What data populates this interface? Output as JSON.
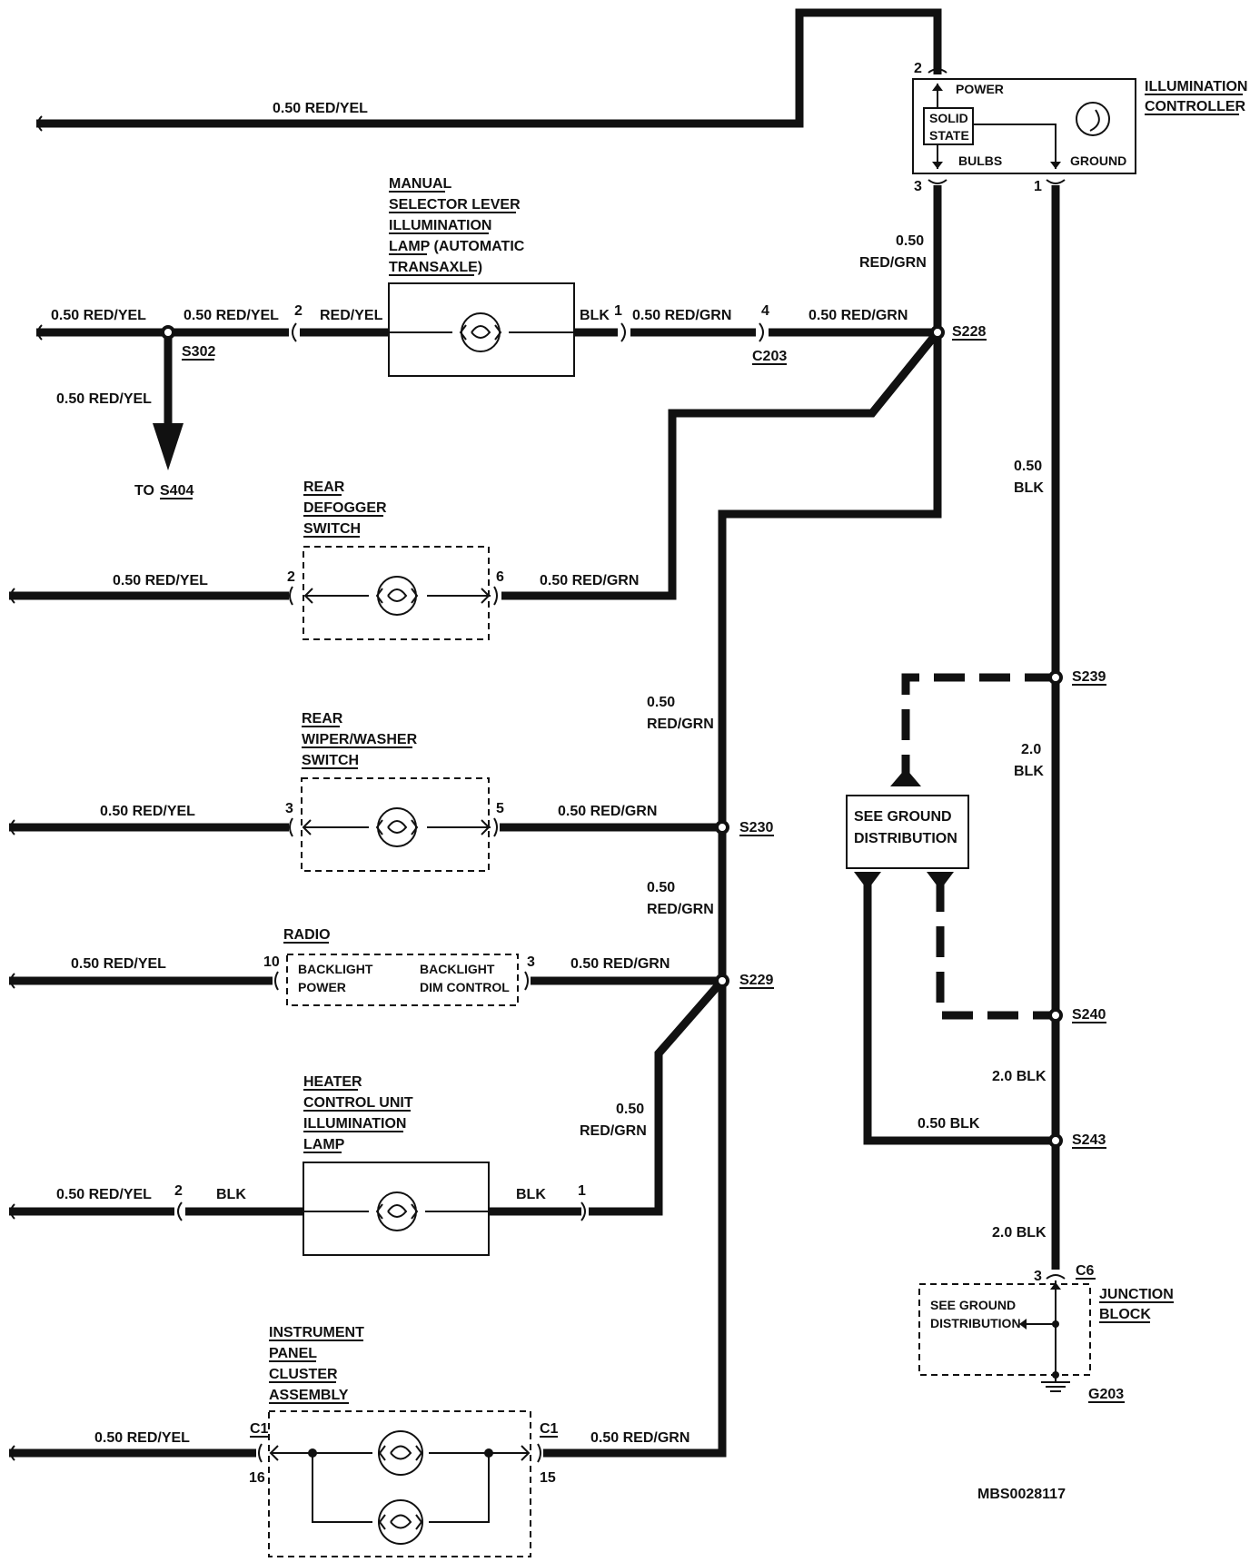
{
  "components": {
    "illumination_controller": {
      "name_line1": "ILLUMINATION",
      "name_line2": "CONTROLLER",
      "power": "POWER",
      "solid_state_line1": "SOLID",
      "solid_state_line2": "STATE",
      "bulbs": "BULBS",
      "ground": "GROUND",
      "pin_power": "2",
      "pin_bulbs": "3",
      "pin_ground": "1"
    },
    "selector_lamp": {
      "name_lines": [
        "MANUAL",
        "SELECTOR LEVER",
        "ILLUMINATION",
        "LAMP (AUTOMATIC",
        "TRANSAXLE)"
      ],
      "pin_left": "2",
      "pin_right": "1",
      "wire_left": "RED/YEL",
      "wire_right": "BLK"
    },
    "rear_defogger": {
      "name_lines": [
        "REAR",
        "DEFOGGER",
        "SWITCH"
      ],
      "pin_left": "2",
      "pin_right": "6"
    },
    "rear_wiper": {
      "name_lines": [
        "REAR",
        "WIPER/WASHER",
        "SWITCH"
      ],
      "pin_left": "3",
      "pin_right": "5"
    },
    "radio": {
      "name": "RADIO",
      "backlight_power_1": "BACKLIGHT",
      "backlight_power_2": "POWER",
      "backlight_dim_1": "BACKLIGHT",
      "backlight_dim_2": "DIM CONTROL",
      "pin_left": "10",
      "pin_right": "3"
    },
    "heater_lamp": {
      "name_lines": [
        "HEATER",
        "CONTROL UNIT",
        "ILLUMINATION",
        "LAMP"
      ],
      "pin_left": "2",
      "pin_right": "1",
      "wire_left": "BLK",
      "wire_right": "BLK"
    },
    "cluster": {
      "name_lines": [
        "INSTRUMENT",
        "PANEL",
        "CLUSTER",
        "ASSEMBLY"
      ],
      "conn_left": "C1",
      "pin_left": "16",
      "conn_right": "C1",
      "pin_right": "15"
    },
    "junction_block": {
      "name_line1": "JUNCTION",
      "name_line2": "BLOCK",
      "conn": "C6",
      "pin": "3",
      "see_line1": "SEE GROUND",
      "see_line2": "DISTRIBUTION",
      "ground": "G203"
    },
    "see_ground_box": {
      "line1": "SEE GROUND",
      "line2": "DISTRIBUTION"
    }
  },
  "wires": {
    "top_red_yel": "0.50 RED/YEL",
    "sel_left": "0.50 RED/YEL",
    "sel_mid": "0.50 RED/YEL",
    "s302_down": "0.50 RED/YEL",
    "to_label": "TO",
    "to_splice": "S404",
    "sel_right1": "0.50 RED/GRN",
    "sel_right2": "0.50 RED/GRN",
    "ctrl_bulbs_1": "0.50",
    "ctrl_bulbs_2": "RED/GRN",
    "ctrl_gnd_1": "0.50",
    "ctrl_gnd_2": "BLK",
    "defog_left": "0.50 RED/YEL",
    "defog_right": "0.50 RED/GRN",
    "trunk_a_1": "0.50",
    "trunk_a_2": "RED/GRN",
    "wiper_left": "0.50 RED/YEL",
    "wiper_right": "0.50 RED/GRN",
    "trunk_b_1": "0.50",
    "trunk_b_2": "RED/GRN",
    "radio_left": "0.50  RED/YEL",
    "radio_right": "0.50 RED/GRN",
    "heater_branch_1": "0.50",
    "heater_branch_2": "RED/GRN",
    "heater_left": "0.50 RED/YEL",
    "cluster_left": "0.50 RED/YEL",
    "cluster_right": "0.50 RED/GRN",
    "gnd_239_1": "2.0",
    "gnd_239_2": "BLK",
    "gnd_240": "2.0 BLK",
    "gnd_243_branch": "0.50 BLK",
    "gnd_243": "2.0 BLK"
  },
  "splices": {
    "s302": "S302",
    "c203": "C203",
    "c203_pin": "4",
    "s228": "S228",
    "s230": "S230",
    "s229": "S229",
    "s239": "S239",
    "s240": "S240",
    "s243": "S243"
  },
  "figure_id": "MBS0028117"
}
